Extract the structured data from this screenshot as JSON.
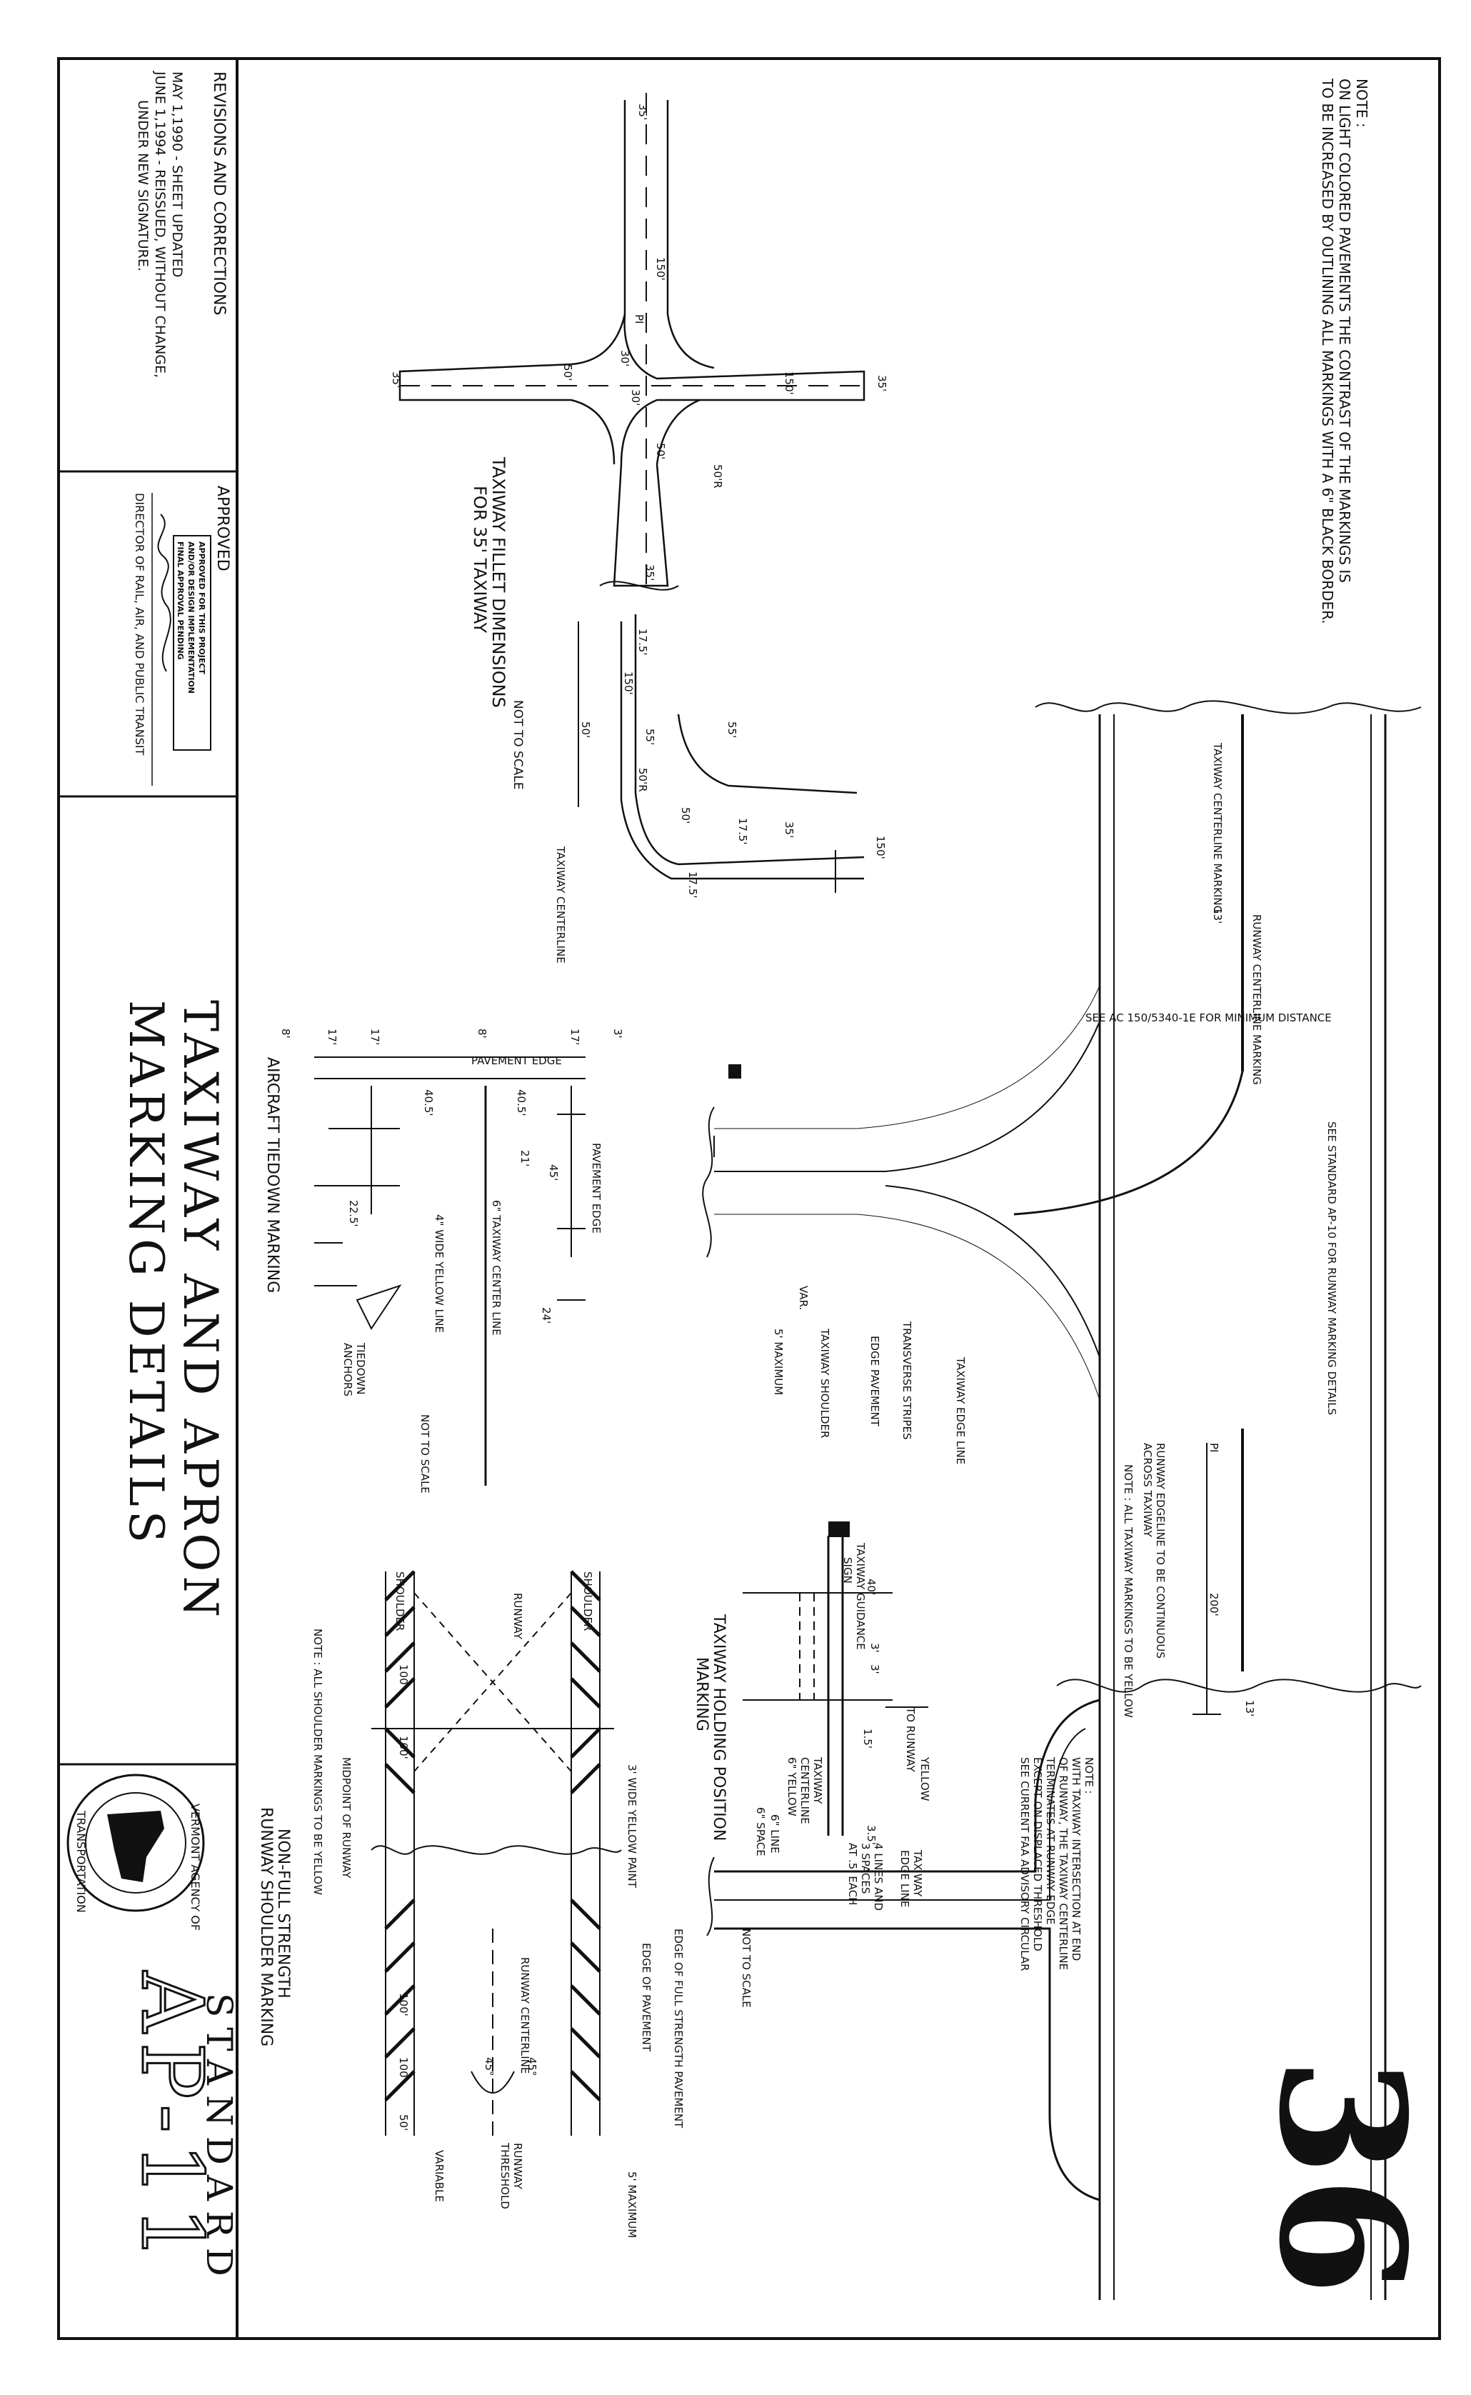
{
  "note_top": [
    "NOTE :",
    "ON LIGHT COLORED PAVEMENTS THE CONTRAST OF THE MARKINGS IS",
    "TO BE INCREASED BY OUTLINING ALL MARKINGS WITH A 6\" BLACK BORDER."
  ],
  "revisions": {
    "title": "REVISIONS AND CORRECTIONS",
    "lines": [
      "MAY 1,1990 - SHEET UPDATED",
      "JUNE 1,1994 - REISSUED, WITHOUT CHANGE,",
      "UNDER NEW SIGNATURE."
    ]
  },
  "approved": {
    "label": "APPROVED",
    "stamp": [
      "APPROVED FOR THIS PROJECT",
      "AND/OR DESIGN IMPLEMENTATION",
      "FINAL APPROVAL PENDING"
    ],
    "signer": "DIRECTOR OF RAIL, AIR, AND PUBLIC TRANSIT"
  },
  "sheet_title": [
    "TAXIWAY AND APRON",
    "MARKING DETAILS"
  ],
  "seal": [
    "VERMONT AGENCY OF",
    "TRANSPORTATION"
  ],
  "standard_label": "STANDARD",
  "standard_number": "AP-11",
  "runway_number": "36",
  "fillet": {
    "title": [
      "TAXIWAY FILLET DIMENSIONS",
      "FOR 35' TAXIWAY"
    ],
    "not_to_scale": "NOT TO SCALE",
    "centerline": "TAXIWAY CENTERLINE",
    "dims": [
      "35'",
      "150'",
      "PI",
      "30'",
      "50'",
      "150'",
      "35'",
      "30'",
      "50'R",
      "50'",
      "35'",
      "35'",
      "17.5'",
      "150'",
      "50'",
      "55'",
      "50'R",
      "55'",
      "50'",
      "17.5'",
      "35'",
      "150'",
      "17.5'"
    ]
  },
  "runway_plan": {
    "see_ap10": "SEE STANDARD AP-10 FOR RUNWAY MARKING DETAILS",
    "see_ac": "SEE AC 150/5340-1E FOR MINIMUM DISTANCE",
    "taxiway_cl": "TAXIWAY CENTERLINE MARKING",
    "runway_cl": "RUNWAY CENTERLINE MARKING",
    "edgeline": [
      "RUNWAY EDGELINE TO BE CONTINUOUS",
      "ACROSS TAXIWAY"
    ],
    "note_yellow": "NOTE : ALL TAXIWAY MARKINGS TO BE YELLOW",
    "note_intersection": [
      "NOTE :",
      "WITH TAXIWAY INTERSECTION AT END",
      "OF RUNWAY, THE TAXIWAY CENTERLINE",
      "TERMINATES AT RUNWAY EDGE",
      "EXCEPT ON DISPLACED THRESHOLD",
      "SEE CURRENT FAA ADVISORY CIRCULAR"
    ],
    "labels": [
      "TAXIWAY EDGE LINE",
      "TRANSVERSE STRIPES",
      "EDGE PAVEMENT",
      "TAXIWAY SHOULDER",
      "5' MAXIMUM",
      "VAR."
    ],
    "dims": [
      "200'",
      "PI",
      "13'",
      "13'"
    ]
  },
  "holding": {
    "title": [
      "TAXIWAY HOLDING POSITION",
      "MARKING"
    ],
    "sign": [
      "TAXIWAY GUIDANCE",
      "SIGN"
    ],
    "to_runway": "TO RUNWAY",
    "yellow": "YELLOW",
    "cl": [
      "TAXIWAY",
      "CENTERLINE",
      "6\" YELLOW"
    ],
    "edge": [
      "TAXIWAY",
      "EDGE LINE"
    ],
    "lines": [
      "4 LINES AND",
      "3 SPACES",
      "AT .5' EACH"
    ],
    "line6": "6\" LINE",
    "space6": "6\" SPACE",
    "dims": [
      "40'",
      "3'",
      "3'",
      "1.5'",
      "3.5'"
    ],
    "not_to_scale": "NOT TO SCALE"
  },
  "tiedown": {
    "title": "AIRCRAFT TIEDOWN MARKING",
    "pavement_edge": "PAVEMENT EDGE",
    "pavement_edge2": "PAVEMENT EDGE",
    "center_line": "6\" TAXIWAY CENTER LINE",
    "yellow_line": "4\" WIDE YELLOW LINE",
    "anchors": [
      "TIEDOWN",
      "ANCHORS"
    ],
    "not_to_scale": "NOT TO SCALE",
    "dims": [
      "8'",
      "17'",
      "17'",
      "8'",
      "17'",
      "3'",
      "40.5'",
      "40.5'",
      "45'",
      "21'",
      "22.5'",
      "24'"
    ]
  },
  "shoulder": {
    "title": [
      "NON-FULL STRENGTH",
      "RUNWAY SHOULDER MARKING"
    ],
    "runway": "RUNWAY",
    "shoulder": "SHOULDER",
    "yellow_paint": "3' WIDE YELLOW PAINT",
    "midpoint": "MIDPOINT OF RUNWAY",
    "note": "NOTE : ALL SHOULDER MARKINGS TO BE YELLOW",
    "edge_full": "EDGE OF FULL STRENGTH PAVEMENT",
    "edge_pav": "EDGE OF PAVEMENT",
    "runway_cl": "RUNWAY CENTERLINE",
    "threshold": [
      "RUNWAY",
      "THRESHOLD"
    ],
    "max5": "5' MAXIMUM",
    "variable": "VARIABLE",
    "dims": [
      "100'",
      "100'",
      "100'",
      "100'",
      "50'",
      "45°",
      "45°"
    ]
  }
}
